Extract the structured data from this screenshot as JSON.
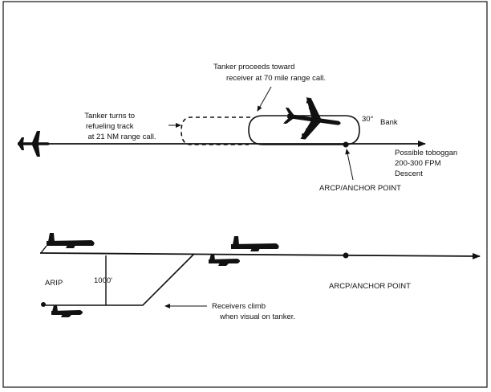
{
  "top_diagram": {
    "tanker_turns_label": [
      "Tanker turns to",
      "refueling track",
      "at 21 NM range call."
    ],
    "tanker_proceeds_label": [
      "Tanker proceeds toward",
      "receiver at 70 mile range call."
    ],
    "bank_label": [
      "30°",
      "Bank"
    ],
    "toboggan_label": [
      "Possible toboggan",
      "200-300 FPM",
      "Descent"
    ],
    "anchor_label": "ARCP/ANCHOR POINT"
  },
  "bottom_diagram": {
    "arip_label": "ARIP",
    "altitude_label": "1000'",
    "anchor_label": "ARCP/ANCHOR POINT",
    "receivers_label": [
      "Receivers climb",
      "when visual on tanker."
    ]
  },
  "icons": [
    "receiver-aircraft-icon",
    "tanker-aircraft-icon",
    "tanker-side-icon",
    "receiver-side-icon"
  ],
  "colors": {
    "ink": "#111111",
    "background": "#ffffff"
  }
}
